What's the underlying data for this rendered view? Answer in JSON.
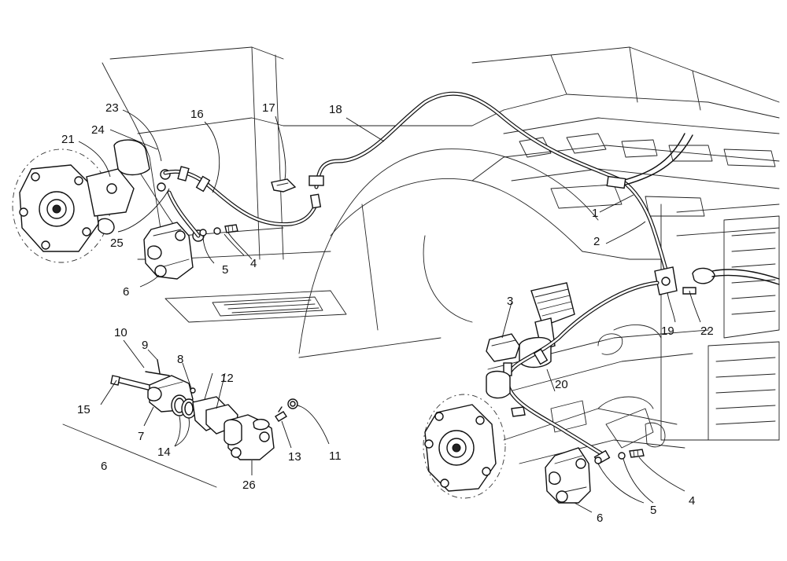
{
  "callouts": [
    {
      "id": "c1",
      "text": "1"
    },
    {
      "id": "c2",
      "text": "2"
    },
    {
      "id": "c3",
      "text": "3"
    },
    {
      "id": "c4a",
      "text": "4"
    },
    {
      "id": "c4b",
      "text": "4"
    },
    {
      "id": "c5a",
      "text": "5"
    },
    {
      "id": "c5b",
      "text": "5"
    },
    {
      "id": "c6a",
      "text": "6"
    },
    {
      "id": "c6b",
      "text": "6"
    },
    {
      "id": "c6c",
      "text": "6"
    },
    {
      "id": "c7",
      "text": "7"
    },
    {
      "id": "c8",
      "text": "8"
    },
    {
      "id": "c9",
      "text": "9"
    },
    {
      "id": "c10",
      "text": "10"
    },
    {
      "id": "c11",
      "text": "11"
    },
    {
      "id": "c12",
      "text": "12"
    },
    {
      "id": "c13",
      "text": "13"
    },
    {
      "id": "c14",
      "text": "14"
    },
    {
      "id": "c15",
      "text": "15"
    },
    {
      "id": "c16",
      "text": "16"
    },
    {
      "id": "c17",
      "text": "17"
    },
    {
      "id": "c18",
      "text": "18"
    },
    {
      "id": "c19",
      "text": "19"
    },
    {
      "id": "c20",
      "text": "20"
    },
    {
      "id": "c21",
      "text": "21"
    },
    {
      "id": "c22",
      "text": "22"
    },
    {
      "id": "c23",
      "text": "23"
    },
    {
      "id": "c24",
      "text": "24"
    },
    {
      "id": "c25",
      "text": "25"
    },
    {
      "id": "c26",
      "text": "26"
    }
  ]
}
